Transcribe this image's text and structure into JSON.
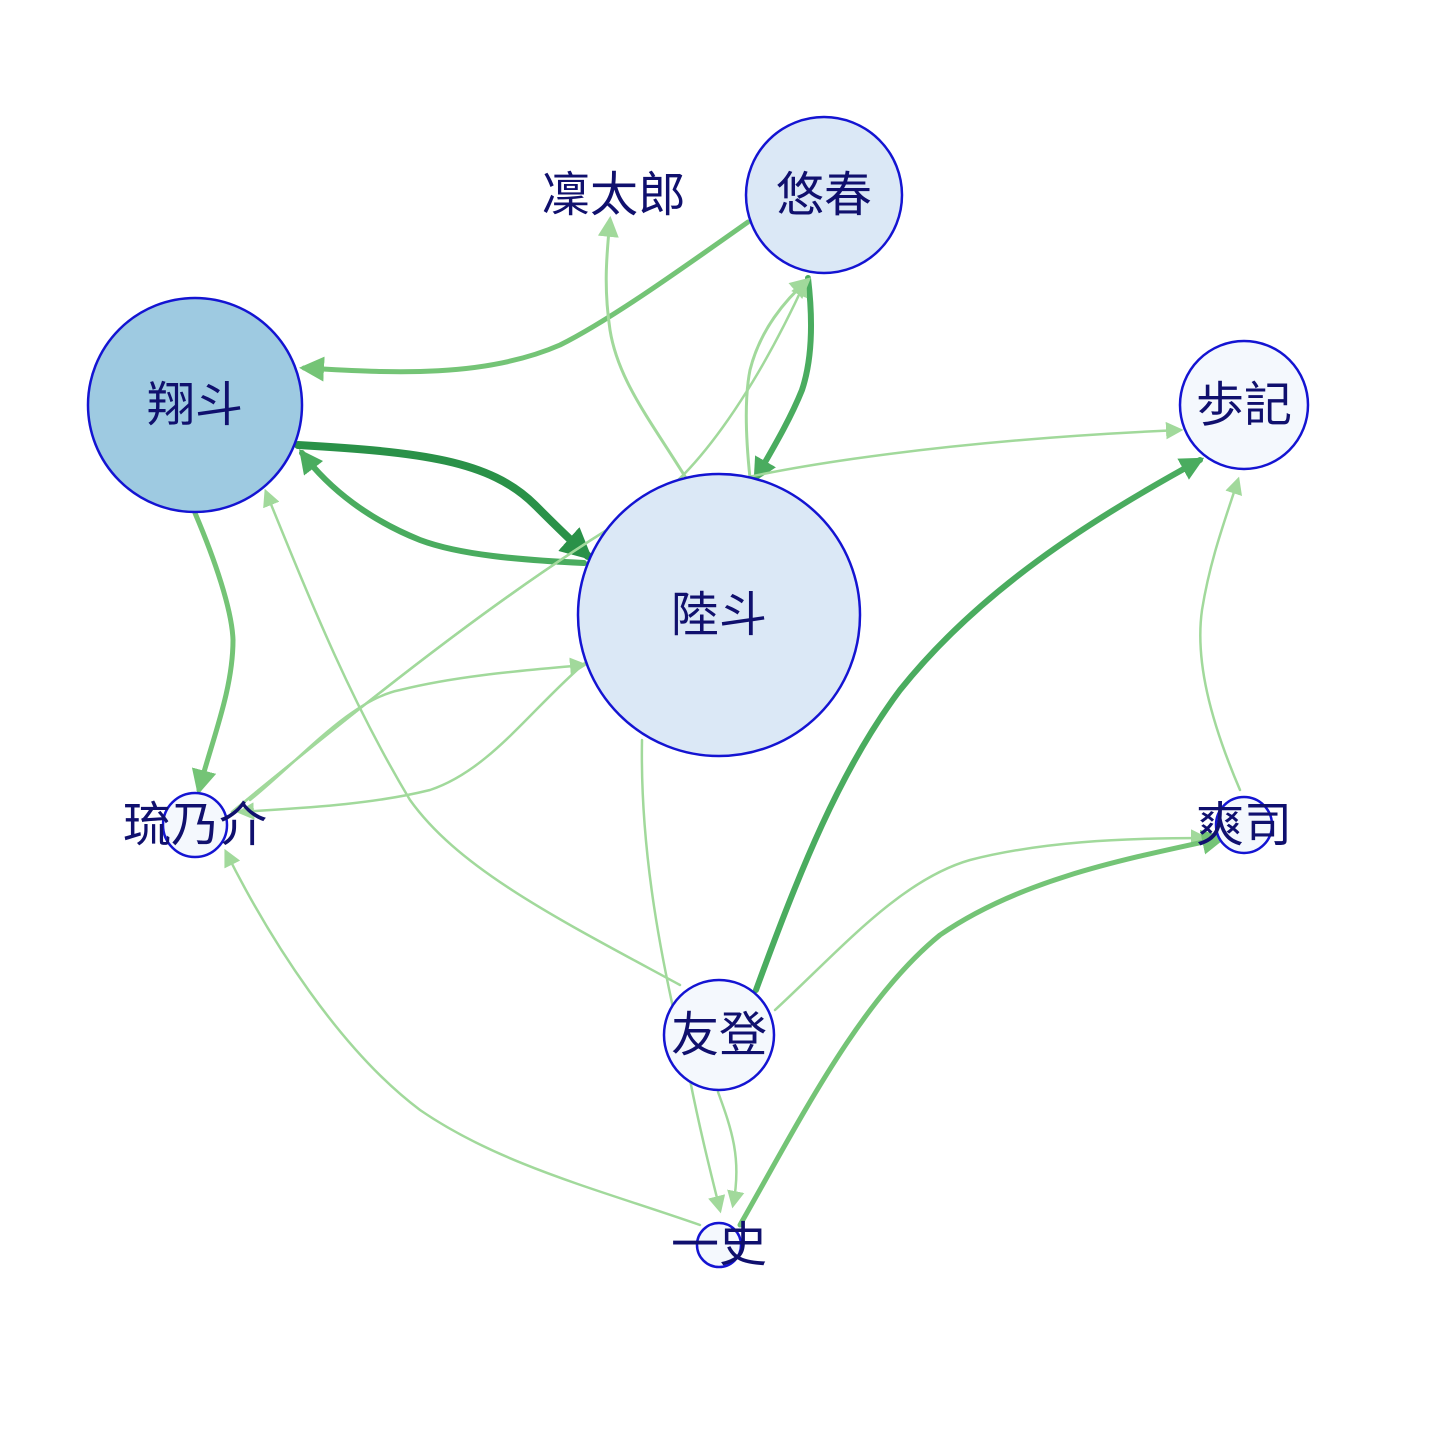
{
  "colors": {
    "node_stroke": "#1414d2",
    "label": "#10106e",
    "fill_dark": "#9ecae1",
    "fill_mid": "#dbe8f6",
    "fill_light": "#f4f8fd",
    "edge_strong": "#2a9148",
    "edge_medium": "#4aac5f",
    "edge_weak": "#74c476",
    "edge_faint": "#a1d99b"
  },
  "nodes": [
    {
      "id": "shoto",
      "label": "翔斗"
    },
    {
      "id": "rikuto",
      "label": "陸斗"
    },
    {
      "id": "yuharu",
      "label": "悠春"
    },
    {
      "id": "rintaro",
      "label": "凜太郎"
    },
    {
      "id": "ayuki",
      "label": "歩記"
    },
    {
      "id": "runosuke",
      "label": "琉乃介"
    },
    {
      "id": "soji",
      "label": "爽司"
    },
    {
      "id": "yuto",
      "label": "友登"
    },
    {
      "id": "kazufumi",
      "label": "一史"
    }
  ],
  "edges": [
    {
      "from": "shoto",
      "to": "rikuto",
      "weight": "strong"
    },
    {
      "from": "rikuto",
      "to": "shoto",
      "weight": "medium"
    },
    {
      "from": "yuharu",
      "to": "shoto",
      "weight": "weak"
    },
    {
      "from": "shoto",
      "to": "runosuke",
      "weight": "weak"
    },
    {
      "from": "yuharu",
      "to": "rikuto",
      "weight": "medium"
    },
    {
      "from": "rikuto",
      "to": "yuharu",
      "weight": "faint"
    },
    {
      "from": "rikuto",
      "to": "rintaro",
      "weight": "faint"
    },
    {
      "from": "runosuke",
      "to": "yuharu",
      "weight": "faint"
    },
    {
      "from": "runosuke",
      "to": "ayuki",
      "weight": "faint"
    },
    {
      "from": "runosuke",
      "to": "rikuto",
      "weight": "faint"
    },
    {
      "from": "rikuto",
      "to": "runosuke",
      "weight": "faint"
    },
    {
      "from": "yuto",
      "to": "ayuki",
      "weight": "medium"
    },
    {
      "from": "yuto",
      "to": "shoto",
      "weight": "faint"
    },
    {
      "from": "yuto",
      "to": "soji",
      "weight": "faint"
    },
    {
      "from": "yuto",
      "to": "kazufumi",
      "weight": "faint"
    },
    {
      "from": "rikuto",
      "to": "kazufumi",
      "weight": "faint"
    },
    {
      "from": "kazufumi",
      "to": "soji",
      "weight": "weak"
    },
    {
      "from": "kazufumi",
      "to": "runosuke",
      "weight": "faint"
    },
    {
      "from": "soji",
      "to": "ayuki",
      "weight": "faint"
    }
  ]
}
